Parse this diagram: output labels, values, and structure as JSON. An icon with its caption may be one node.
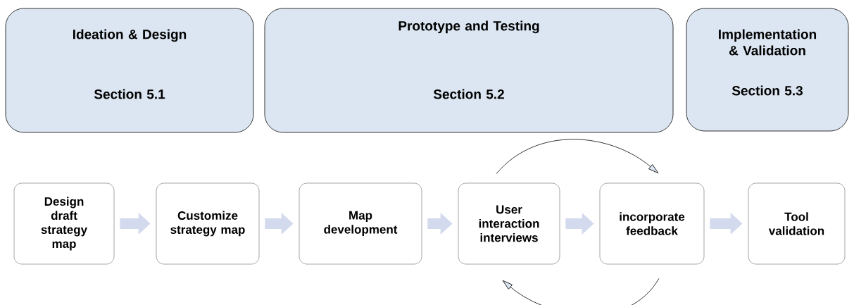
{
  "diagram": {
    "nodes": [
      {
        "text": [
          "Ideation & Design",
          "Section 5.1"
        ]
      },
      {
        "text": [
          "Prototype and Testing",
          "Section 5.2"
        ]
      },
      {
        "text": [
          "Implementation & Validation",
          "Section 5.3"
        ]
      },
      {
        "text": [
          "Design draft strategy map"
        ]
      },
      {
        "text": [
          "Customize strategy map"
        ]
      },
      {
        "text": [
          "Map development"
        ]
      },
      {
        "text": [
          "User interaction interviews"
        ]
      },
      {
        "text": [
          "incorporate feedback"
        ]
      },
      {
        "text": [
          "Tool validation"
        ]
      }
    ],
    "edges": [
      {
        "from": 3,
        "to": 4,
        "arrow": "to"
      },
      {
        "from": 4,
        "to": 5,
        "arrow": "to"
      },
      {
        "from": 5,
        "to": 6,
        "arrow": "to"
      },
      {
        "from": 6,
        "to": 7,
        "arrow": "to"
      },
      {
        "from": 7,
        "to": 8,
        "arrow": "to"
      },
      {
        "from": 6,
        "to": 7,
        "arrow": "to",
        "color": "#000000"
      },
      {
        "from": 7,
        "to": 6,
        "arrow": "to",
        "color": "#000000"
      }
    ]
  }
}
